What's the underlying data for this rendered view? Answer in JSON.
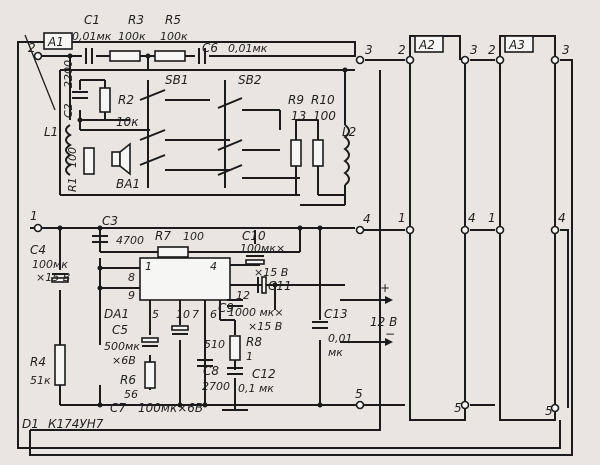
{
  "modules": {
    "a1": "A1",
    "a2": "A2",
    "a3": "A3"
  },
  "pins": {
    "a1_p2": "2",
    "a1_p3": "3",
    "a1_p1": "1",
    "a1_p4": "4",
    "a1_p5": "5",
    "a2_p2": "2",
    "a2_p3": "3",
    "a2_p1": "1",
    "a2_p4": "4",
    "a2_p5": "5",
    "a3_p2": "2",
    "a3_p3": "3",
    "a3_p1": "1",
    "a3_p4": "4",
    "a3_p5": "5"
  },
  "components": {
    "c1": "C1",
    "c1_val": "0,01мк",
    "r3": "R3",
    "r3_val": "100к",
    "r5": "R5",
    "r5_val": "100к",
    "c6": "C6",
    "c6_val": "0,01мк",
    "c2": "C2",
    "c2_val": "2200",
    "r2": "R2",
    "r2_val": "10к",
    "sb1": "SB1",
    "sb2": "SB2",
    "r9": "R9",
    "r9_val": "13",
    "r10": "R10",
    "r10_val": "100",
    "l1": "L1",
    "l2": "L2",
    "r1": "R1",
    "r1_val": "100",
    "ba1": "BA1",
    "c3": "C3",
    "c3_val": "4700",
    "r7": "R7",
    "r7_val": "100",
    "c10": "C10",
    "c10_val1": "100мк×",
    "c10_val2": "×15 В",
    "c4": "C4",
    "c4_val1": "100мк",
    "c4_val2": "×15 В",
    "c11": "C11",
    "c11_val1": "1000 мк×",
    "c11_val2": "×15 В",
    "c9": "C9",
    "c13": "C13",
    "c13_val1": "0,01",
    "c13_val2": "мк",
    "da1": "DA1",
    "c5": "C5",
    "c5_val1": "500мк",
    "c5_val2": "×6В",
    "r6": "R6",
    "r6_val": "56",
    "r8": "R8",
    "r8_val": "1",
    "r9b_val": "510",
    "c8": "C8",
    "c8_val": "2700",
    "c12": "C12",
    "c12_val": "0,1 мк",
    "r4": "R4",
    "r4_val": "51к",
    "c7": "C7",
    "c7_val": "100мк×6В",
    "d1": "D1",
    "d1_val": "К174УН7"
  },
  "ic_pins": {
    "p1": "1",
    "p4": "4",
    "p8": "8",
    "p9": "9",
    "p12": "12",
    "p5": "5",
    "p10": "10",
    "p7": "7",
    "p6": "6"
  },
  "supply": {
    "plus": "+",
    "voltage": "12 В",
    "minus": "−"
  }
}
